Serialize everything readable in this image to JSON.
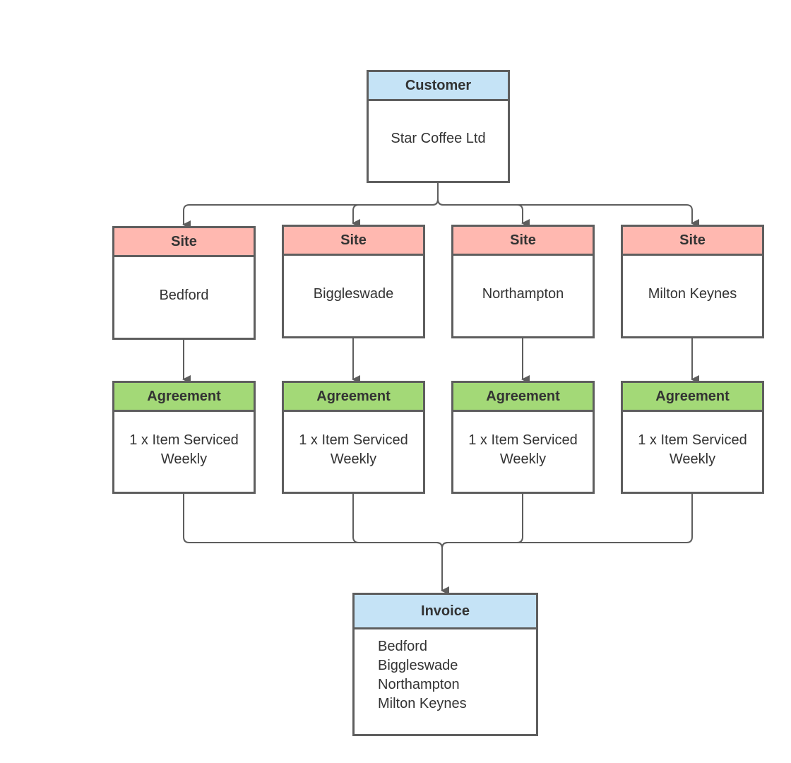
{
  "colors": {
    "border": "#5e5e5e",
    "customer_header": "#c5e3f6",
    "site_header": "#ffb8b0",
    "agreement_header": "#a3d977",
    "invoice_header": "#c5e3f6"
  },
  "customer": {
    "header": "Customer",
    "name": "Star Coffee Ltd"
  },
  "sites": [
    {
      "header": "Site",
      "name": "Bedford"
    },
    {
      "header": "Site",
      "name": "Biggleswade"
    },
    {
      "header": "Site",
      "name": "Northampton"
    },
    {
      "header": "Site",
      "name": "Milton Keynes"
    }
  ],
  "agreements": [
    {
      "header": "Agreement",
      "text": "1 x Item Serviced\nWeekly"
    },
    {
      "header": "Agreement",
      "text": "1 x Item Serviced\nWeekly"
    },
    {
      "header": "Agreement",
      "text": "1 x Item Serviced\nWeekly"
    },
    {
      "header": "Agreement",
      "text": "1 x Item Serviced\nWeekly"
    }
  ],
  "invoice": {
    "header": "Invoice",
    "lines": [
      "Bedford",
      "Biggleswade",
      "Northampton",
      "Milton Keynes"
    ]
  }
}
